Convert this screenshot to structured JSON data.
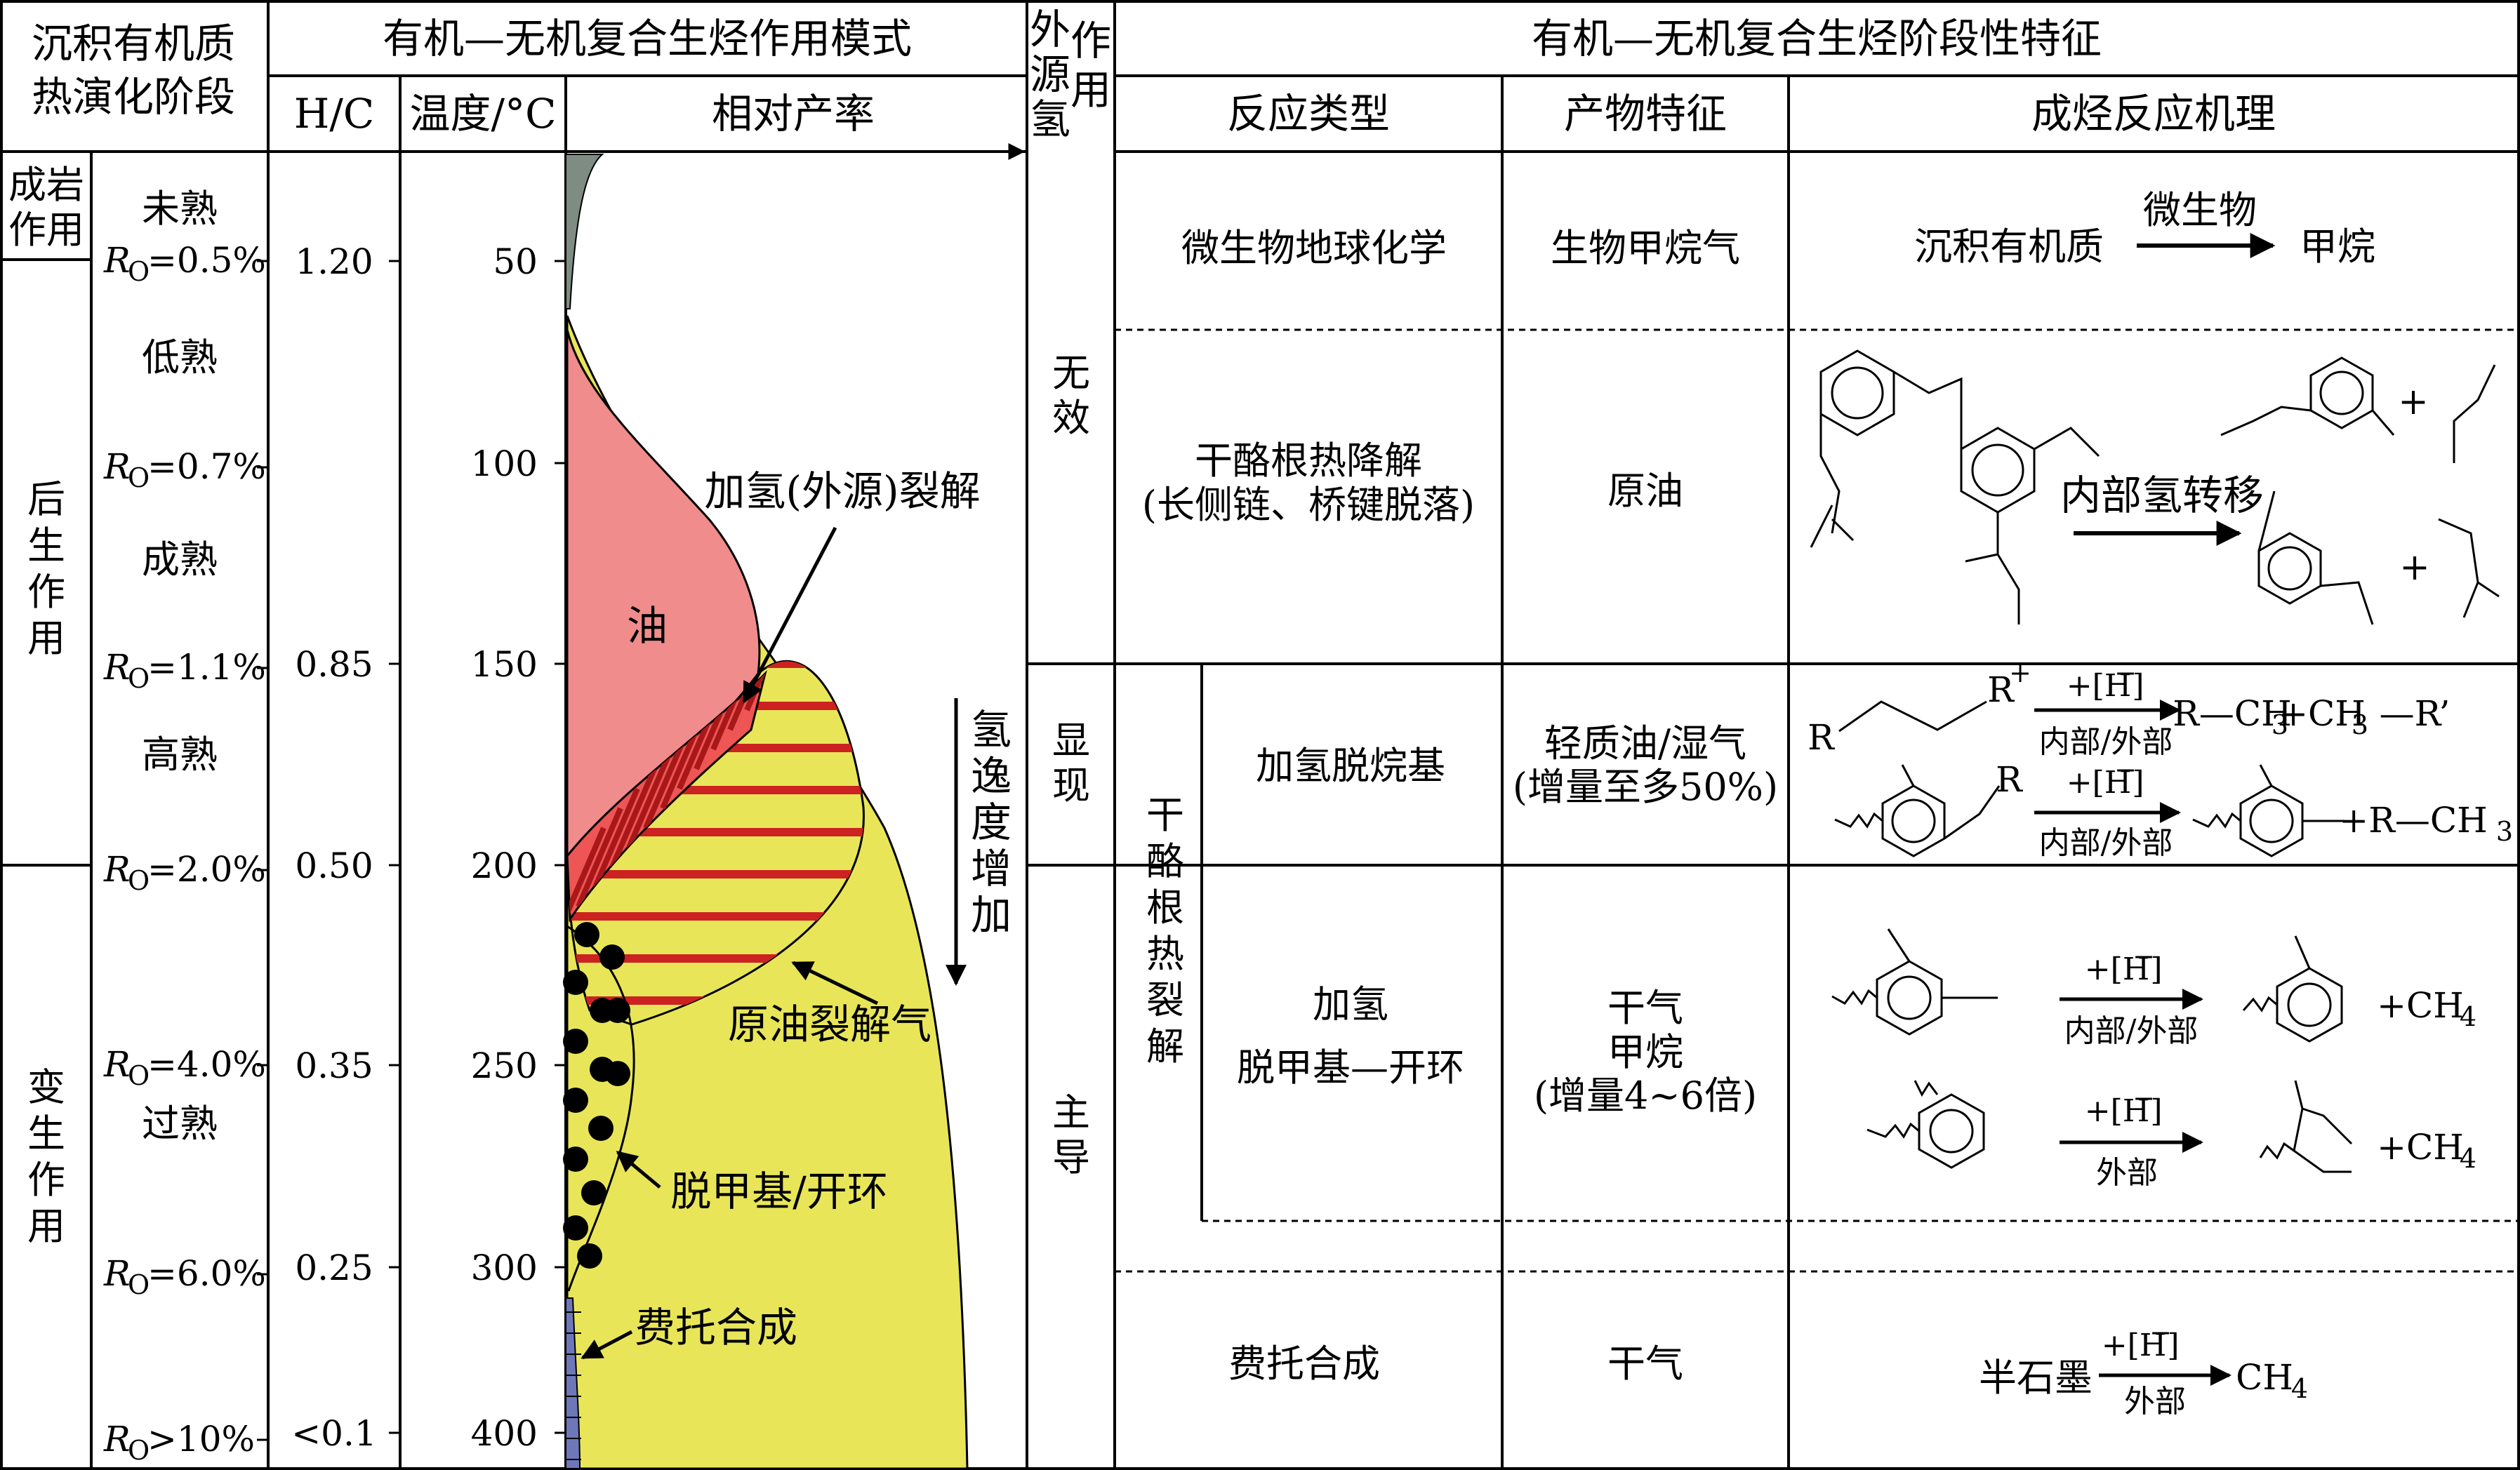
{
  "header": {
    "stage_title_1": "沉积有机质",
    "stage_title_2": "热演化阶段",
    "mode_title": "有机—无机复合生烃作用模式",
    "hc": "H/C",
    "temp": "温度/°C",
    "yield": "相对产率",
    "ext_h_1": "外",
    "ext_h_2": "源",
    "ext_h_3": "氢",
    "ext_h_4": "作",
    "ext_h_5": "用",
    "feature_title": "有机—无机复合生烃阶段性特征",
    "reaction_type": "反应类型",
    "product": "产物特征",
    "mechanism": "成烃反应机理"
  },
  "stages": {
    "diagenesis_1": "成岩",
    "diagenesis_2": "作用",
    "catagenesis": [
      "后",
      "生",
      "作",
      "用"
    ],
    "metagenesis": [
      "变",
      "生",
      "作",
      "用"
    ],
    "maturity": [
      "未熟",
      "低熟",
      "成熟",
      "高熟",
      "过熟"
    ],
    "ro": [
      "=0.5%",
      "=0.7%",
      "=1.1%",
      "=2.0%",
      "=4.0%",
      "=6.0%",
      ">10%"
    ],
    "ro_prefix": "R",
    "ro_sub": "O"
  },
  "hc_values": [
    "1.20",
    "0.85",
    "0.50",
    "0.35",
    "0.25",
    "<0.1"
  ],
  "temp_values": [
    "50",
    "100",
    "150",
    "200",
    "250",
    "300",
    "400"
  ],
  "zones": {
    "oil": "油",
    "hydro_crack": "加氢(外源)裂解",
    "crude_gas": "原油裂解气",
    "demethyl": "脱甲基/开环",
    "ft": "费托合成",
    "escape": [
      "氢",
      "逸",
      "度",
      "增",
      "加"
    ]
  },
  "ext_h_role": {
    "invalid": [
      "无",
      "效"
    ],
    "appear": [
      "显",
      "现"
    ],
    "dominant": [
      "主",
      "导"
    ],
    "cracking": [
      "干",
      "酪",
      "根",
      "热",
      "裂",
      "解"
    ]
  },
  "rows": {
    "r1_type": "微生物地球化学",
    "r1_product": "生物甲烷气",
    "r1_mech_from": "沉积有机质",
    "r1_mech_label": "微生物",
    "r1_mech_to": "甲烷",
    "r2_type_1": "干酪根热降解",
    "r2_type_2": "(长侧链、桥键脱落)",
    "r2_product": "原油",
    "r2_mech_label": "内部氢转移",
    "r3_type": "加氢脱烷基",
    "r3_product_1": "轻质油/湿气",
    "r3_product_2": "(增量至多50%)",
    "r4_type_1": "加氢",
    "r4_type_2": "脱甲基—开环",
    "r4_product_1": "干气",
    "r4_product_2": "甲烷",
    "r4_product_3": "(增量4~6倍)",
    "r5_type": "费托合成",
    "r5_product": "干气",
    "r5_mech_from": "半石墨",
    "r5_mech_to": "CH",
    "r5_mech_to_sub": "4"
  },
  "mech": {
    "hminus": "+[H",
    "hminus_sup": "−",
    "hminus_close": "]",
    "int_ext": "内部/外部",
    "ext": "外部",
    "r": "R",
    "rplus_sup": "+",
    "r3_prod_a": "R—CH",
    "r3_prod_a_sub": "3",
    "r3_prod_b": "+CH",
    "r3_prod_b_sub": "3",
    "r3_prod_c": "—R’",
    "r3_prod2": "+R—CH",
    "r3_prod2_sub": "3",
    "ch4": "+CH",
    "ch4_sub": "4",
    "plus": "+"
  },
  "colors": {
    "oil": "#f08c8c",
    "gas": "#e8e658",
    "red": "#cc2222",
    "crack": "#ee5555",
    "bio": "#7f8c84",
    "ft": "#6e78b8"
  }
}
